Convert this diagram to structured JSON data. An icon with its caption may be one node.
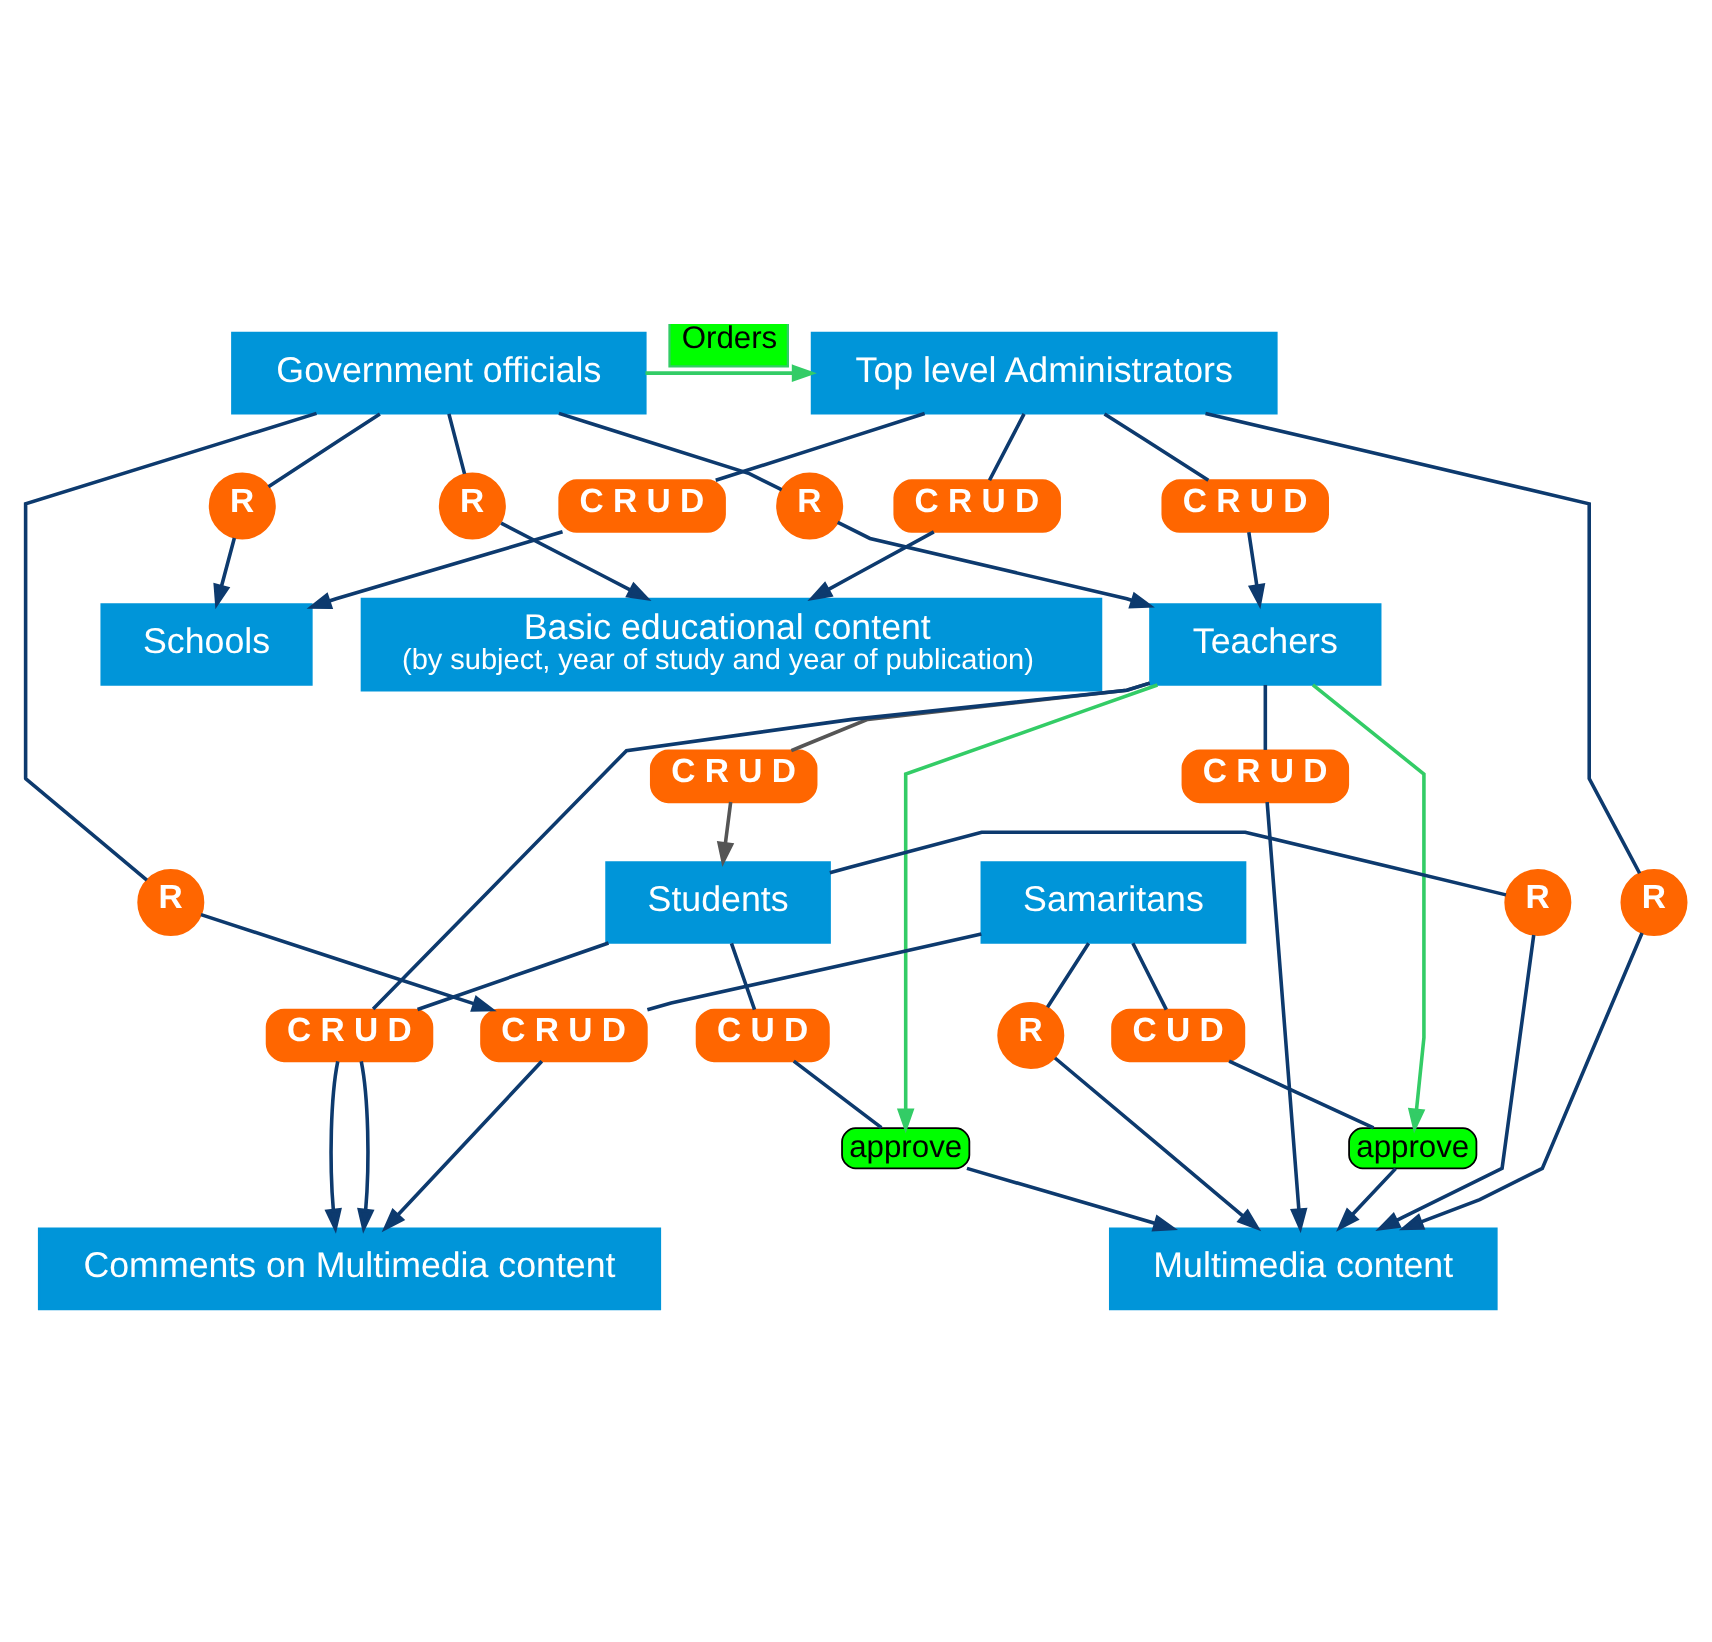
{
  "diagram": {
    "nodes": [
      {
        "text": [
          "Top level Administrators"
        ]
      },
      {
        "text": [
          "Government officials"
        ]
      },
      {
        "text": [
          "C R U D"
        ]
      },
      {
        "text": [
          "R"
        ]
      },
      {
        "text": [
          "C R U D"
        ]
      },
      {
        "text": [
          "R"
        ]
      },
      {
        "text": [
          "C R U D"
        ]
      },
      {
        "text": [
          "R"
        ]
      },
      {
        "text": [
          "Schools"
        ]
      },
      {
        "text": [
          "Teachers"
        ]
      },
      {
        "text": [
          "Basic educational content",
          "(by subject, year of study and year of publication)"
        ]
      },
      {
        "text": [
          "C R U D"
        ]
      },
      {
        "text": [
          "C R U D"
        ]
      },
      {
        "text": [
          "R"
        ]
      },
      {
        "text": [
          "R"
        ]
      },
      {
        "text": [
          "Students"
        ]
      },
      {
        "text": [
          "R"
        ]
      },
      {
        "text": [
          "C U D"
        ]
      },
      {
        "text": [
          "C R U D"
        ]
      },
      {
        "text": [
          "approve"
        ]
      },
      {
        "text": [
          "Multimedia content"
        ]
      },
      {
        "text": [
          "Comments on Multimedia content"
        ]
      },
      {
        "text": [
          "approve"
        ]
      },
      {
        "text": [
          "C U D"
        ]
      },
      {
        "text": [
          "R"
        ]
      },
      {
        "text": [
          "C R U D"
        ]
      },
      {
        "text": [
          "Samaritans"
        ]
      }
    ],
    "edges": [
      {
        "from": 1,
        "to": 0,
        "arrow": "to",
        "label": "Orders",
        "color": "#33cc66"
      },
      {
        "from": 0,
        "to": 2,
        "arrow": "none"
      },
      {
        "from": 2,
        "to": 8,
        "arrow": "to"
      },
      {
        "from": 1,
        "to": 3,
        "arrow": "none"
      },
      {
        "from": 3,
        "to": 8,
        "arrow": "to"
      },
      {
        "from": 0,
        "to": 4,
        "arrow": "none"
      },
      {
        "from": 4,
        "to": 9,
        "arrow": "to"
      },
      {
        "from": 1,
        "to": 5,
        "arrow": "none"
      },
      {
        "from": 5,
        "to": 9,
        "arrow": "to"
      },
      {
        "from": 0,
        "to": 6,
        "arrow": "none"
      },
      {
        "from": 6,
        "to": 10,
        "arrow": "to"
      },
      {
        "from": 1,
        "to": 7,
        "arrow": "none"
      },
      {
        "from": 7,
        "to": 10,
        "arrow": "to"
      },
      {
        "from": 9,
        "to": 11,
        "arrow": "none"
      },
      {
        "from": 11,
        "to": 20,
        "arrow": "to"
      },
      {
        "from": 9,
        "to": 12,
        "arrow": "none",
        "color": "#555555"
      },
      {
        "from": 12,
        "to": 15,
        "arrow": "to",
        "color": "#555555"
      },
      {
        "from": 9,
        "to": 18,
        "arrow": "none"
      },
      {
        "from": 18,
        "to": 21,
        "arrow": "to"
      },
      {
        "from": 15,
        "to": 18,
        "arrow": "none"
      },
      {
        "from": 18,
        "to": 21,
        "arrow": "to"
      },
      {
        "from": 0,
        "to": 13,
        "arrow": "none"
      },
      {
        "from": 13,
        "to": 20,
        "arrow": "to"
      },
      {
        "from": 15,
        "to": 14,
        "arrow": "none"
      },
      {
        "from": 14,
        "to": 20,
        "arrow": "to"
      },
      {
        "from": 15,
        "to": 17,
        "arrow": "none"
      },
      {
        "from": 17,
        "to": 19,
        "arrow": "none"
      },
      {
        "from": 19,
        "to": 20,
        "arrow": "to"
      },
      {
        "from": 9,
        "to": 19,
        "arrow": "to",
        "color": "#33cc66"
      },
      {
        "from": 9,
        "to": 22,
        "arrow": "to",
        "color": "#33cc66"
      },
      {
        "from": 26,
        "to": 23,
        "arrow": "none"
      },
      {
        "from": 23,
        "to": 22,
        "arrow": "none"
      },
      {
        "from": 22,
        "to": 20,
        "arrow": "to"
      },
      {
        "from": 26,
        "to": 24,
        "arrow": "none"
      },
      {
        "from": 24,
        "to": 20,
        "arrow": "to"
      },
      {
        "from": 26,
        "to": 25,
        "arrow": "none"
      },
      {
        "from": 25,
        "to": 21,
        "arrow": "to"
      },
      {
        "from": 1,
        "to": 16,
        "arrow": "none"
      },
      {
        "from": 16,
        "to": 25,
        "arrow": "to"
      }
    ]
  }
}
